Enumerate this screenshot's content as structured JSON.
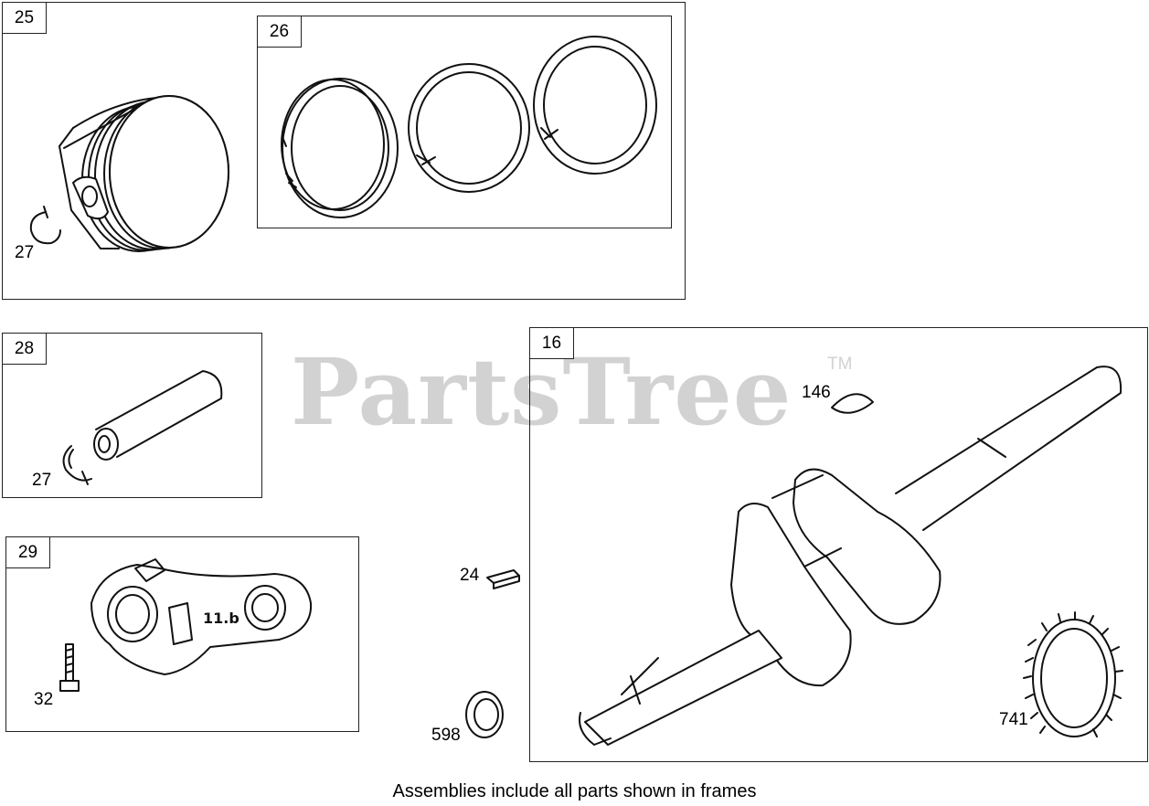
{
  "watermark": {
    "text": "PartsTree",
    "trademark": "TM"
  },
  "frames": {
    "f25": {
      "tag": "25"
    },
    "f26": {
      "tag": "26"
    },
    "f28": {
      "tag": "28"
    },
    "f29": {
      "tag": "29"
    },
    "f16": {
      "tag": "16"
    }
  },
  "callouts": {
    "c27a": "27",
    "c27b": "27",
    "c32": "32",
    "c24": "24",
    "c598": "598",
    "c146": "146",
    "c741": "741"
  },
  "footer": {
    "note": "Assemblies include all parts shown in frames"
  }
}
